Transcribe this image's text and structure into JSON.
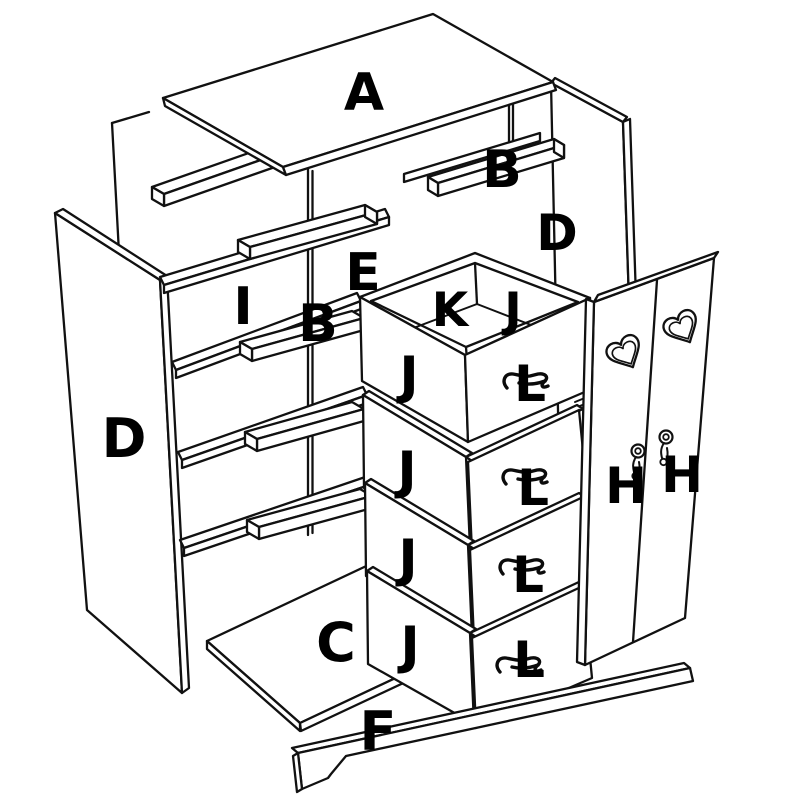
{
  "diagram": {
    "type": "exploded-furniture-assembly-diagram",
    "labels": {
      "a": "A",
      "b_top_right": "B",
      "d_right": "D",
      "e": "E",
      "i": "I",
      "b_left": "B",
      "k": "K",
      "j_inner": "J",
      "j_drawer_1": "J",
      "l_drawer_1": "L",
      "j_drawer_2": "J",
      "l_drawer_2": "L",
      "j_drawer_3": "J",
      "l_drawer_3": "L",
      "j_drawer_4": "J",
      "l_drawer_4": "L",
      "d_left": "D",
      "c": "C",
      "f": "F",
      "h_left": "H",
      "h_right": "H"
    },
    "line_color": "#111111",
    "label_color": "#000000",
    "background_color": "#ffffff"
  }
}
